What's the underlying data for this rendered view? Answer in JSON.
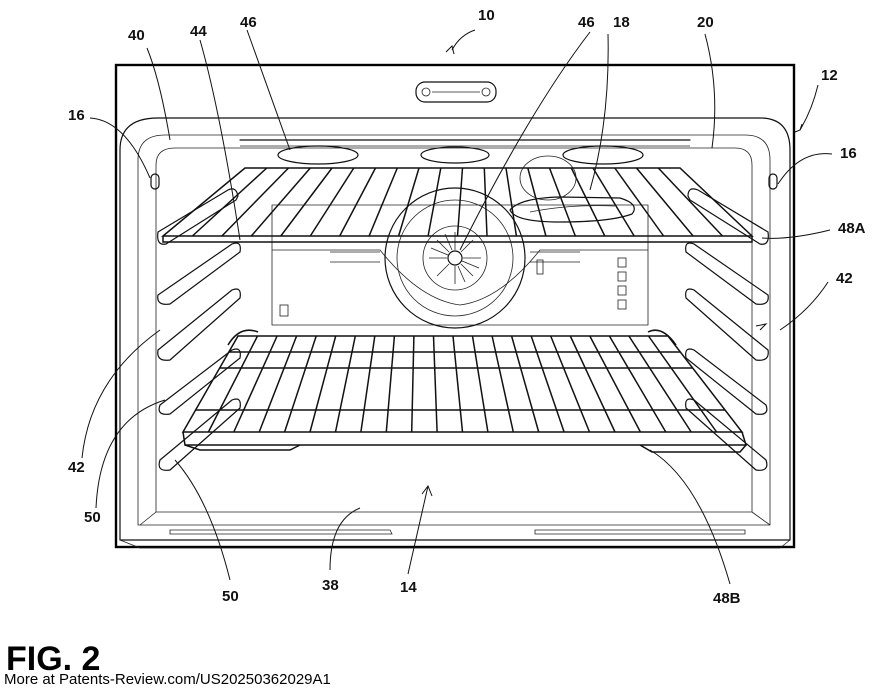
{
  "figure": {
    "caption": "FIG. 2",
    "source": "More at Patents-Review.com/US20250362029A1",
    "reference_numerals": [
      "10",
      "40",
      "44",
      "46",
      "46",
      "18",
      "20",
      "12",
      "16",
      "16",
      "48A",
      "42",
      "42",
      "50",
      "50",
      "38",
      "14",
      "48B"
    ]
  }
}
